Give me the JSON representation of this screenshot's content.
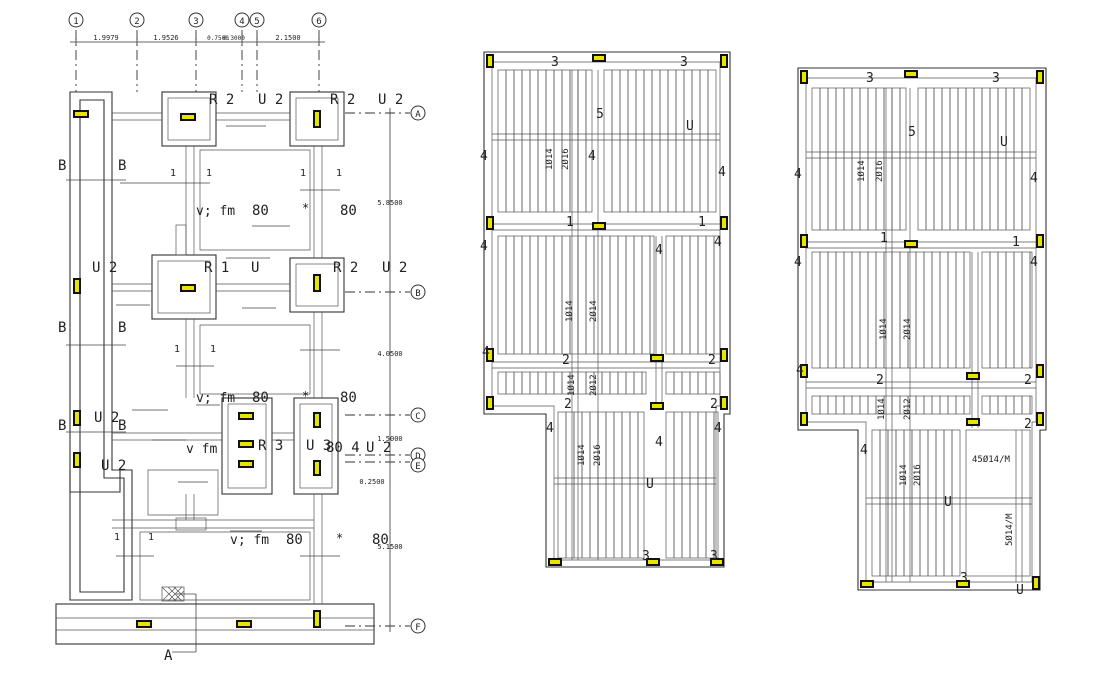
{
  "grid_axes": {
    "numbers": [
      "1",
      "2",
      "3",
      "4",
      "5",
      "6"
    ],
    "letters": [
      "A",
      "B",
      "C",
      "D",
      "E",
      "F"
    ]
  },
  "dimensions": {
    "top": [
      "1.9979",
      "1.9526",
      "0.7500",
      "0.3000",
      "2.1500"
    ],
    "right": [
      "5.8500",
      "4.0500",
      "1.5000",
      "0.2500",
      "5.1500"
    ]
  },
  "plan_labels": {
    "r2": "R 2",
    "u2": "U 2",
    "r1": "R 1",
    "u1": "U",
    "r3": "R 3",
    "u3": "U 3",
    "b": "B",
    "one": "1",
    "eighty": "80",
    "vfm": "v; fm",
    "vfm2": "v fm",
    "eighty_four": "80 4",
    "star": "*",
    "section_a": "A"
  },
  "slab_labels": {
    "d14": "1Ø14",
    "d16": "2Ø16",
    "d14b": "2Ø14",
    "d12": "2Ø12",
    "m14": "5Ø14/M",
    "m14b": "45Ø14/M",
    "n1": "1",
    "n2": "2",
    "n3": "3",
    "n4": "4",
    "n5": "5",
    "u": "U"
  },
  "colors": {
    "line": "#333333",
    "column": "#111111",
    "column_cap": "#e7e400"
  }
}
